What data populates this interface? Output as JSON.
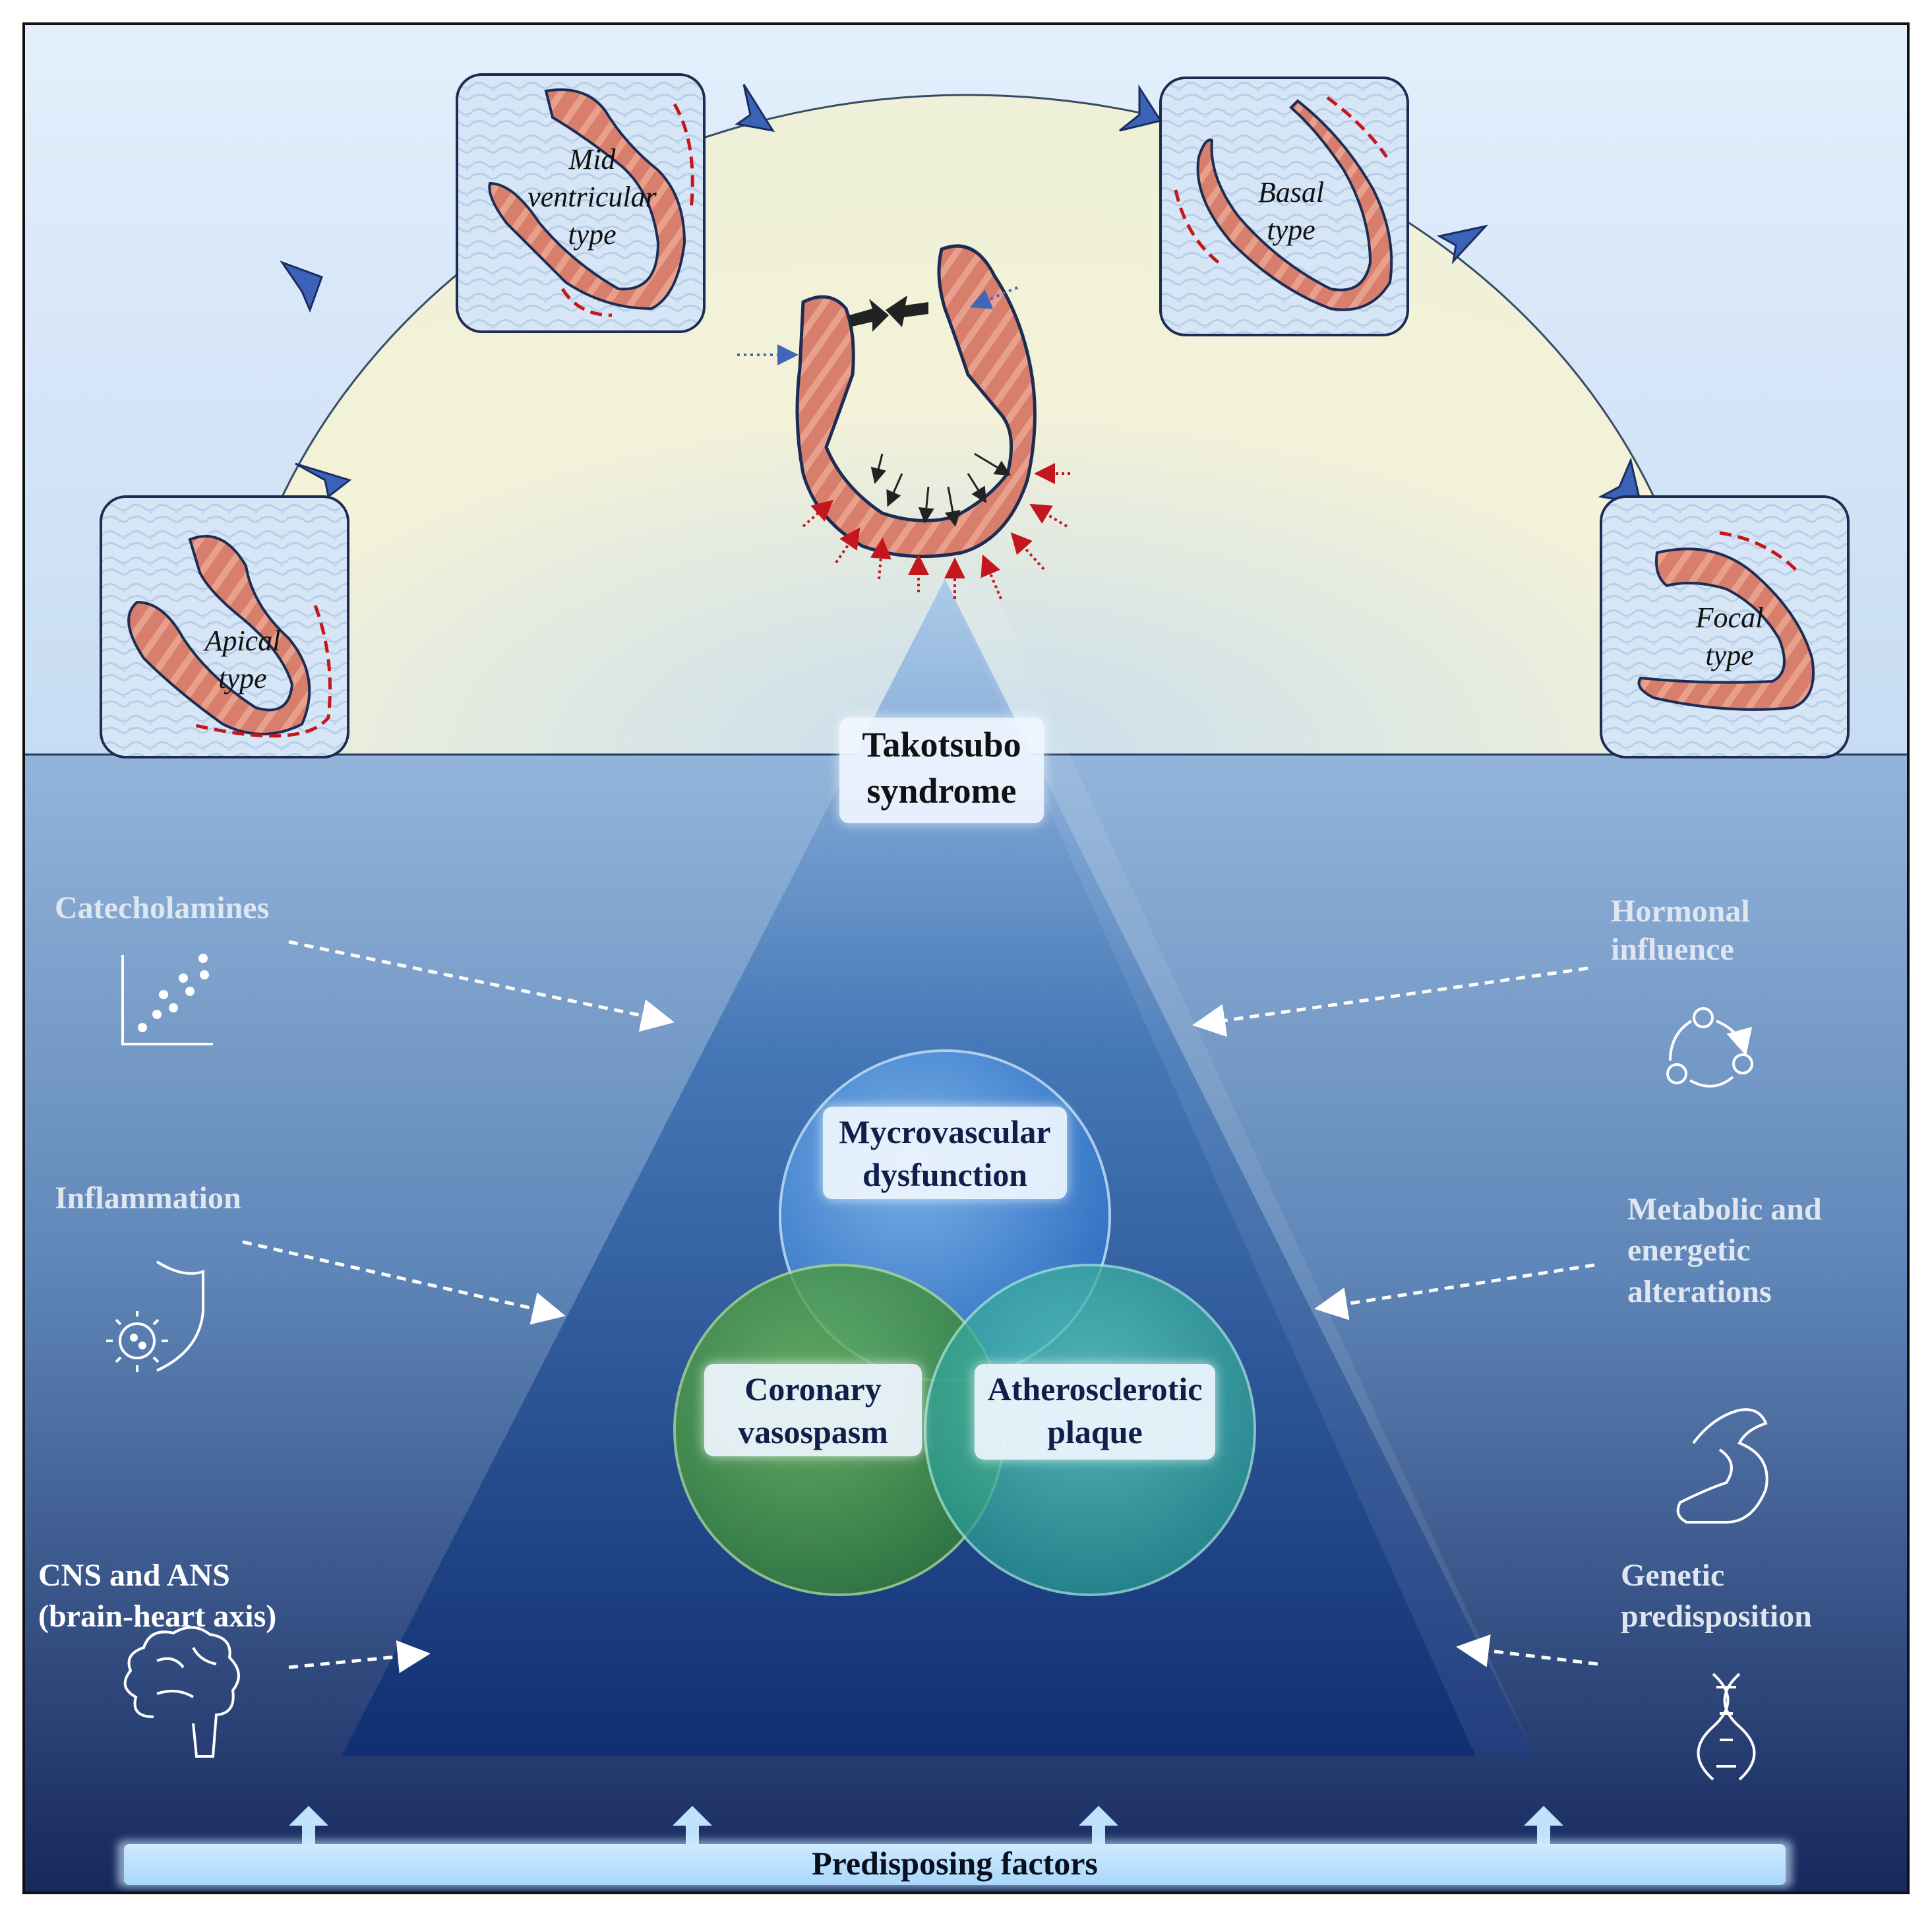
{
  "center": {
    "title_lines": [
      "Takotsubo",
      "syndrome"
    ]
  },
  "heart_types": [
    {
      "id": "apical",
      "lines": [
        "Apical",
        "type"
      ]
    },
    {
      "id": "mid",
      "lines": [
        "Mid",
        "ventricular",
        "type"
      ]
    },
    {
      "id": "basal",
      "lines": [
        "Basal",
        "type"
      ]
    },
    {
      "id": "focal",
      "lines": [
        "Focal",
        "type"
      ]
    }
  ],
  "mechanisms": {
    "microvascular": [
      "Mycrovascular",
      "dysfunction"
    ],
    "vasospasm": [
      "Coronary",
      "vasospasm"
    ],
    "plaque": [
      "Atherosclerotic",
      "plaque"
    ]
  },
  "factors": {
    "catecholamines": [
      "Catecholamines"
    ],
    "hormonal": [
      "Hormonal",
      "influence"
    ],
    "inflammation": [
      "Inflammation"
    ],
    "metabolic": [
      "Metabolic and",
      "energetic",
      "alterations"
    ],
    "cns": [
      "CNS and ANS",
      "(brain-heart axis)"
    ],
    "genetic": [
      "Genetic",
      "predisposition"
    ]
  },
  "bottom": {
    "label": "Predisposing factors"
  },
  "icons": [
    "scatter-plot-icon",
    "cycle-icon",
    "virus-shield-icon",
    "muscle-arm-icon",
    "brain-icon",
    "dna-icon"
  ],
  "colors": {
    "sky_top": "#dcebfa",
    "ocean_top": "#8fb2d8",
    "ocean_bottom": "#14255a",
    "myocardium": "#d9816e",
    "arrow_blue": "#3f66b8",
    "red_dash": "#c4161c",
    "circle_blue": "#4a8fd8",
    "circle_green": "#3f9a3a",
    "circle_teal": "#2fb3a4"
  }
}
